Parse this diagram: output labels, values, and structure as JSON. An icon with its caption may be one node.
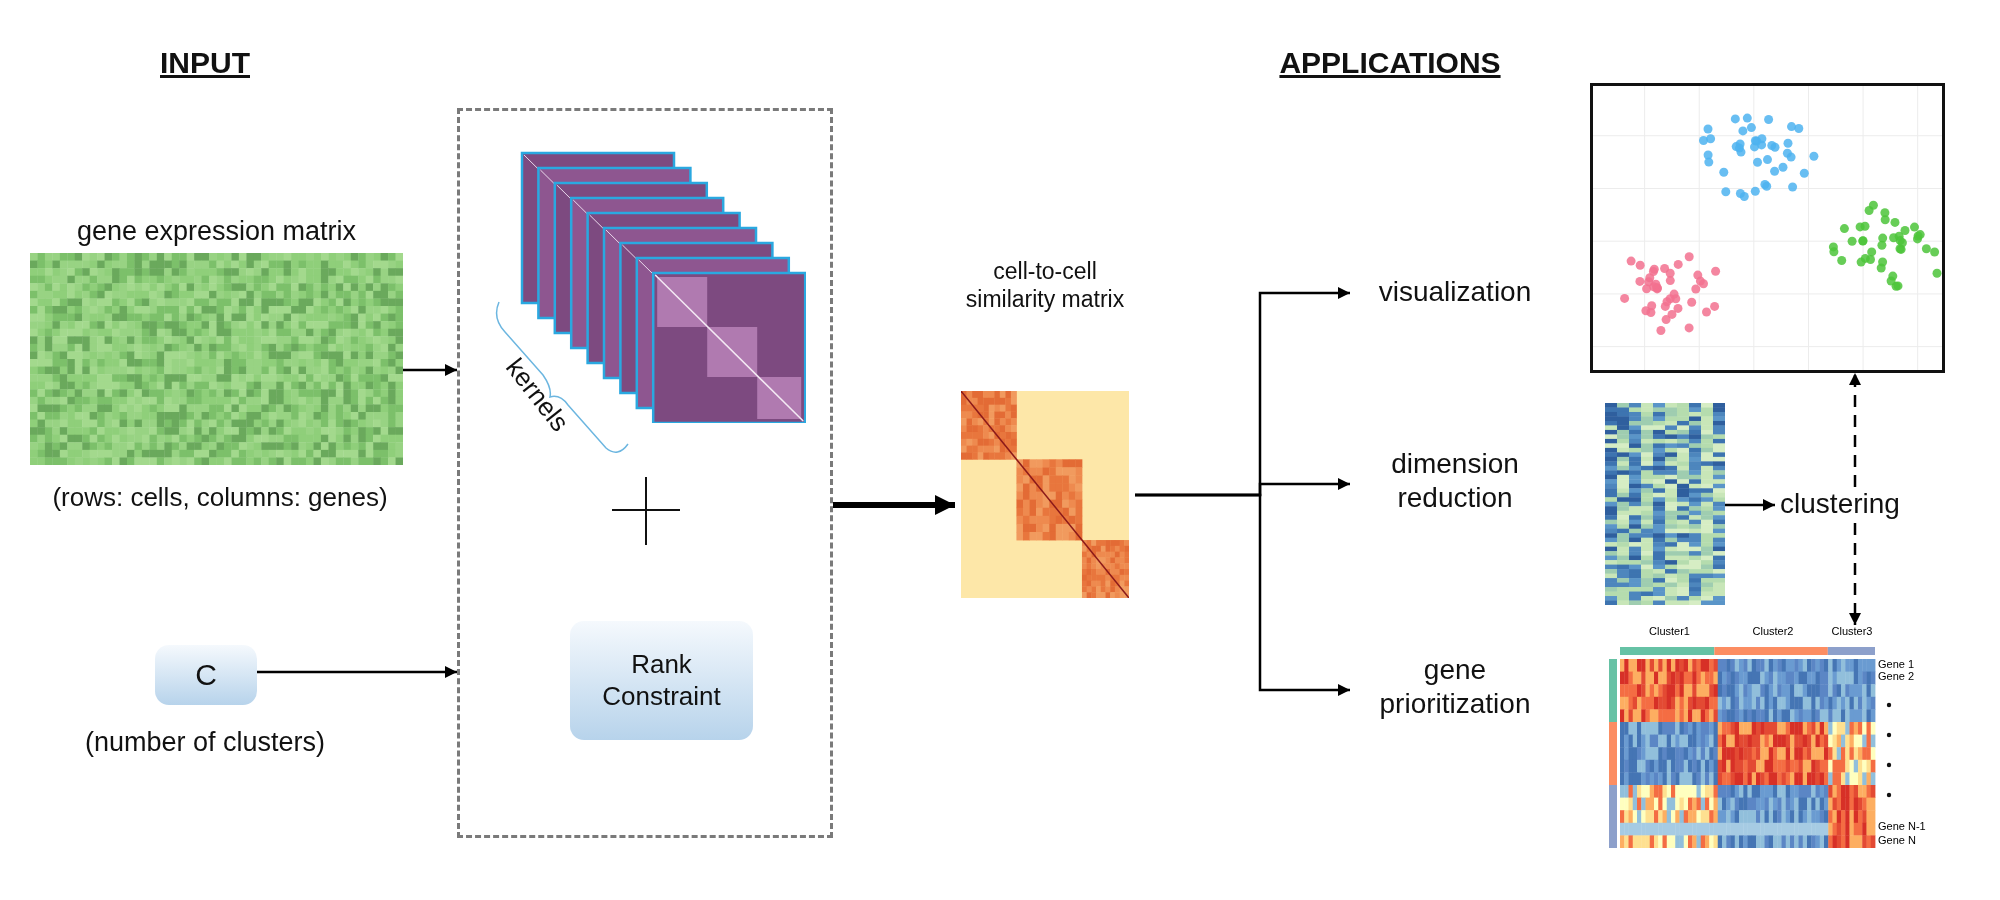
{
  "diagram": {
    "nodes": [
      {
        "text": [],
        "shape": "box"
      },
      {
        "text": [
          "gene expression matrix"
        ],
        "beside": [
          "(rows: cells, columns: genes)"
        ]
      },
      {
        "text": [
          "C"
        ],
        "beside": [
          "(number of clusters)"
        ]
      },
      {
        "text": [
          "kernels"
        ],
        "in": 0
      },
      {
        "text": [
          "Rank Constraint"
        ],
        "in": 0
      },
      {
        "text": [
          "cell-to-cell similarity matrix"
        ]
      },
      {
        "text": [
          "visualization"
        ]
      },
      {
        "text": [
          "dimension reduction"
        ]
      },
      {
        "text": [
          "gene prioritization"
        ]
      },
      {
        "text": [],
        "shape": "picture"
      },
      {
        "text": [],
        "shape": "picture"
      },
      {
        "text": [
          "clustering"
        ]
      },
      {
        "text": [
          "Cluster1",
          "Cluster2",
          "Cluster3",
          "Gene 1",
          "Gene 2",
          "Gene N-1",
          "Gene N"
        ]
      }
    ],
    "edges": [
      {
        "from": 1,
        "to": 0,
        "arrow": "to"
      },
      {
        "from": 2,
        "to": 0,
        "arrow": "to"
      },
      {
        "from": 0,
        "to": 5,
        "arrow": "to",
        "style": "thick"
      },
      {
        "from": 5,
        "to": 6,
        "arrow": "to"
      },
      {
        "from": 5,
        "to": 7,
        "arrow": "to"
      },
      {
        "from": 5,
        "to": 8,
        "arrow": "to"
      },
      {
        "from": 10,
        "to": 11,
        "arrow": "to"
      },
      {
        "from": 11,
        "to": 9,
        "arrow": "to",
        "style": "dashed"
      },
      {
        "from": 11,
        "to": 12,
        "arrow": "to",
        "style": "dashed"
      }
    ],
    "labels": [
      "INPUT",
      "APPLICATIONS"
    ]
  }
}
